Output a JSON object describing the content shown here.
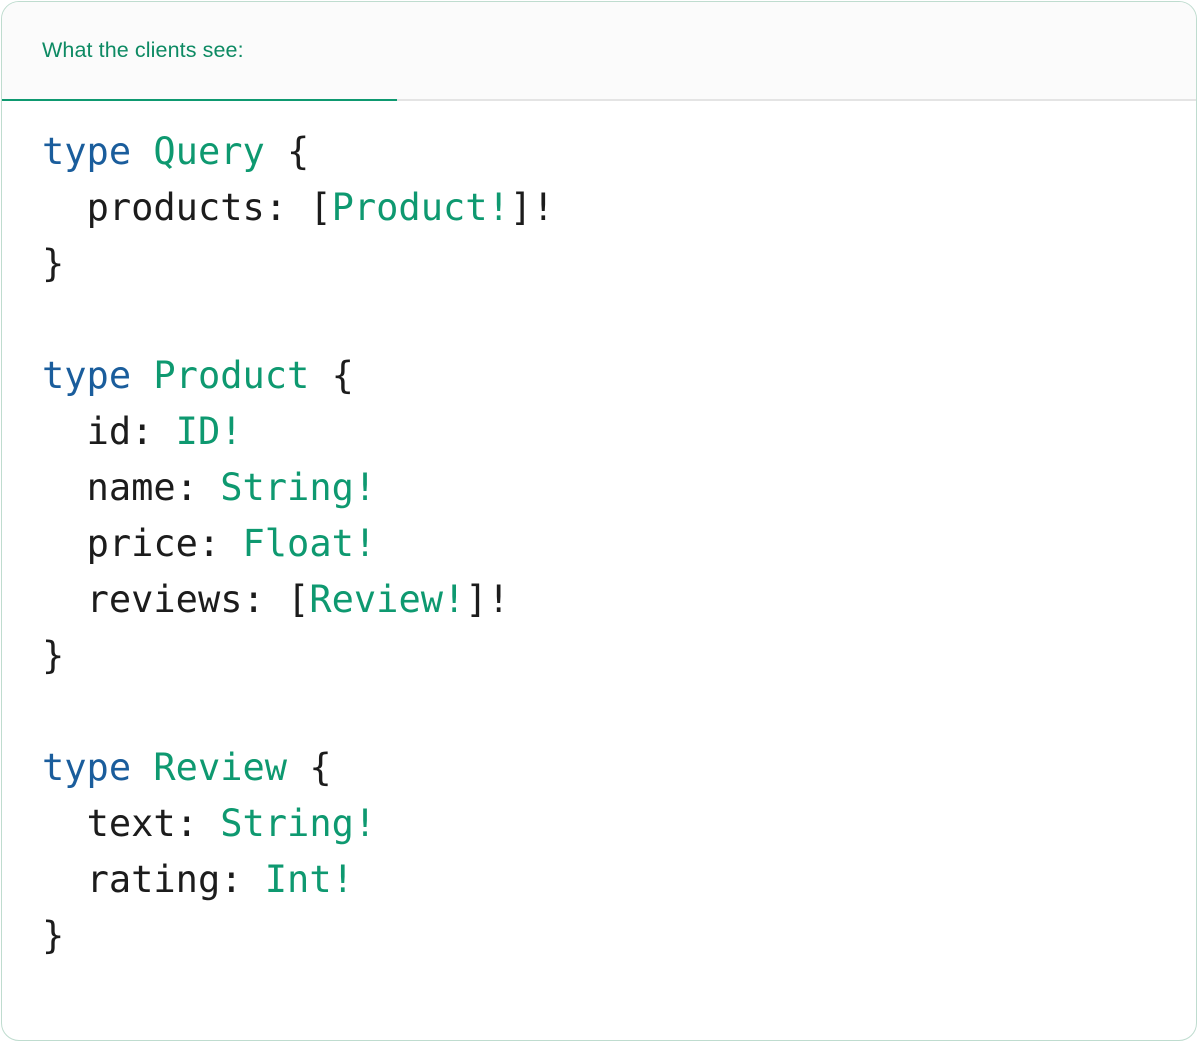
{
  "card": {
    "accent_color": "#0e9970",
    "border_color": "#bfdccf",
    "header_bg": "#fbfbfb",
    "body_bg": "#ffffff",
    "divider_color": "#e4e4e4"
  },
  "tabs": [
    {
      "label": "What the clients see:",
      "active": true,
      "label_color": "#0d8a63"
    }
  ],
  "code": {
    "language": "graphql",
    "keyword_color": "#1a5d9c",
    "type_color": "#0e9970",
    "punctuation_color": "#1c1c1c",
    "lines": [
      {
        "tokens": [
          {
            "t": "type",
            "c": "kw"
          },
          {
            "t": " ",
            "c": "punc"
          },
          {
            "t": "Query",
            "c": "type"
          },
          {
            "t": " {",
            "c": "punc"
          }
        ]
      },
      {
        "tokens": [
          {
            "t": "  ",
            "c": "punc"
          },
          {
            "t": "products:",
            "c": "field"
          },
          {
            "t": " ",
            "c": "punc"
          },
          {
            "t": "[",
            "c": "punc"
          },
          {
            "t": "Product!",
            "c": "type"
          },
          {
            "t": "]!",
            "c": "punc"
          }
        ]
      },
      {
        "tokens": [
          {
            "t": "}",
            "c": "punc"
          }
        ]
      },
      {
        "tokens": []
      },
      {
        "tokens": [
          {
            "t": "type",
            "c": "kw"
          },
          {
            "t": " ",
            "c": "punc"
          },
          {
            "t": "Product",
            "c": "type"
          },
          {
            "t": " {",
            "c": "punc"
          }
        ]
      },
      {
        "tokens": [
          {
            "t": "  ",
            "c": "punc"
          },
          {
            "t": "id:",
            "c": "field"
          },
          {
            "t": " ",
            "c": "punc"
          },
          {
            "t": "ID!",
            "c": "type"
          }
        ]
      },
      {
        "tokens": [
          {
            "t": "  ",
            "c": "punc"
          },
          {
            "t": "name:",
            "c": "field"
          },
          {
            "t": " ",
            "c": "punc"
          },
          {
            "t": "String!",
            "c": "type"
          }
        ]
      },
      {
        "tokens": [
          {
            "t": "  ",
            "c": "punc"
          },
          {
            "t": "price:",
            "c": "field"
          },
          {
            "t": " ",
            "c": "punc"
          },
          {
            "t": "Float!",
            "c": "type"
          }
        ]
      },
      {
        "tokens": [
          {
            "t": "  ",
            "c": "punc"
          },
          {
            "t": "reviews:",
            "c": "field"
          },
          {
            "t": " ",
            "c": "punc"
          },
          {
            "t": "[",
            "c": "punc"
          },
          {
            "t": "Review!",
            "c": "type"
          },
          {
            "t": "]!",
            "c": "punc"
          }
        ]
      },
      {
        "tokens": [
          {
            "t": "}",
            "c": "punc"
          }
        ]
      },
      {
        "tokens": []
      },
      {
        "tokens": [
          {
            "t": "type",
            "c": "kw"
          },
          {
            "t": " ",
            "c": "punc"
          },
          {
            "t": "Review",
            "c": "type"
          },
          {
            "t": " {",
            "c": "punc"
          }
        ]
      },
      {
        "tokens": [
          {
            "t": "  ",
            "c": "punc"
          },
          {
            "t": "text:",
            "c": "field"
          },
          {
            "t": " ",
            "c": "punc"
          },
          {
            "t": "String!",
            "c": "type"
          }
        ]
      },
      {
        "tokens": [
          {
            "t": "  ",
            "c": "punc"
          },
          {
            "t": "rating:",
            "c": "field"
          },
          {
            "t": " ",
            "c": "punc"
          },
          {
            "t": "Int!",
            "c": "type"
          }
        ]
      },
      {
        "tokens": [
          {
            "t": "}",
            "c": "punc"
          }
        ]
      }
    ]
  }
}
